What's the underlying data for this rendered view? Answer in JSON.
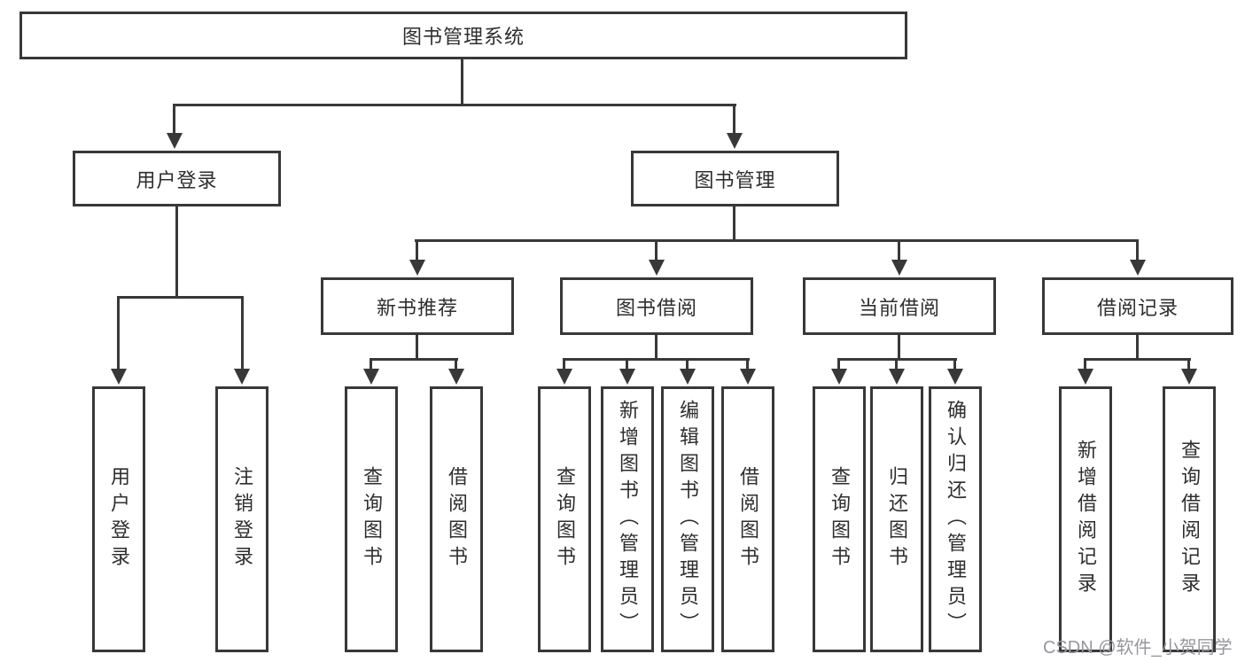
{
  "title": "图书管理系统",
  "colors": {
    "line": "#383838",
    "text": "#2e2e2e",
    "background": "#ffffff",
    "watermark": "#96969c"
  },
  "nodes": {
    "root": "图书管理系统",
    "user_login": "用户登录",
    "book_mgmt": "图书管理",
    "new_book_rec": "新书推荐",
    "book_borrow": "图书借阅",
    "current_borrow": "当前借阅",
    "borrow_record": "借阅记录",
    "leaf_user_login": "用户登录",
    "leaf_logout": "注销登录",
    "leaf_rec_query": "查询图书",
    "leaf_rec_borrow": "借阅图书",
    "leaf_bor_query": "查询图书",
    "leaf_bor_add": "新增图书（管理员）",
    "leaf_bor_edit": "编辑图书（管理员）",
    "leaf_bor_borrow": "借阅图书",
    "leaf_cur_query": "查询图书",
    "leaf_cur_return": "归还图书",
    "leaf_cur_confirm": "确认归还（管理员）",
    "leaf_rcd_add": "新增借阅记录",
    "leaf_rcd_query": "查询借阅记录"
  },
  "hierarchy": {
    "root": [
      "user_login",
      "book_mgmt"
    ],
    "user_login": [
      "leaf_user_login",
      "leaf_logout"
    ],
    "book_mgmt": [
      "new_book_rec",
      "book_borrow",
      "current_borrow",
      "borrow_record"
    ],
    "new_book_rec": [
      "leaf_rec_query",
      "leaf_rec_borrow"
    ],
    "book_borrow": [
      "leaf_bor_query",
      "leaf_bor_add",
      "leaf_bor_edit",
      "leaf_bor_borrow"
    ],
    "current_borrow": [
      "leaf_cur_query",
      "leaf_cur_return",
      "leaf_cur_confirm"
    ],
    "borrow_record": [
      "leaf_rcd_add",
      "leaf_rcd_query"
    ]
  },
  "watermark": "CSDN @软件_小贺同学"
}
